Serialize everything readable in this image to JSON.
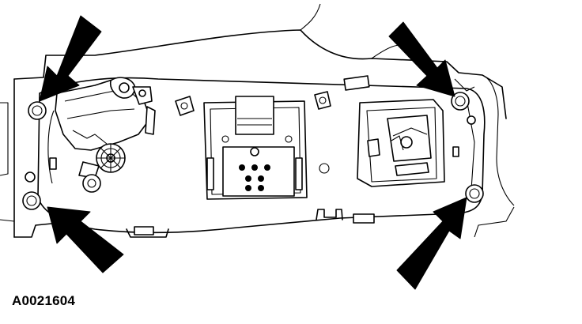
{
  "figure": {
    "label": "A0021604"
  },
  "colors": {
    "line": "#000000",
    "background": "#ffffff"
  },
  "callouts": {
    "arrow_count": 4,
    "fastener_count": 4
  }
}
